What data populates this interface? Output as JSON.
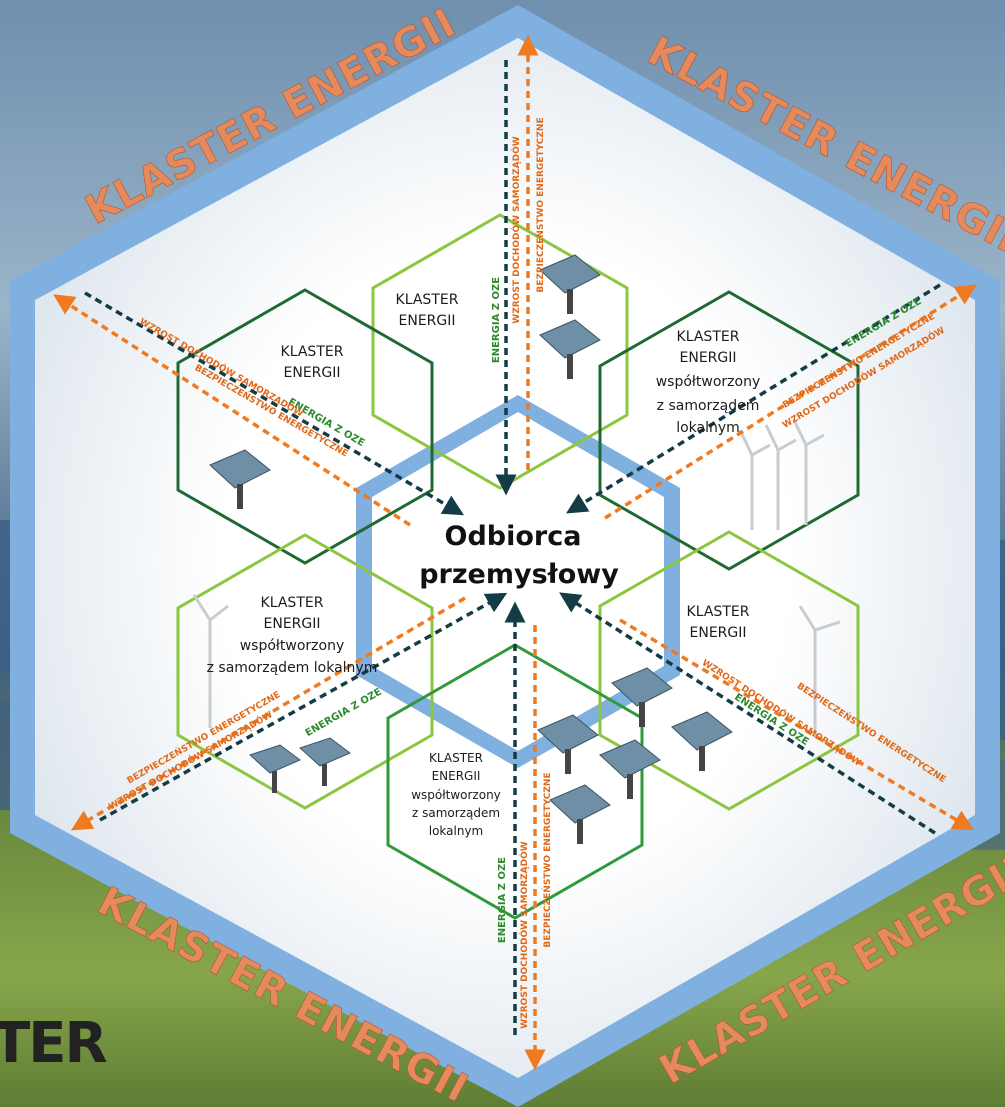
{
  "banner_text": "KLASTER ENERGII",
  "center": {
    "line1": "Odbiorca",
    "line2": "przemysłowy"
  },
  "hexes": [
    {
      "id": "top",
      "lines": [
        "KLASTER",
        "ENERGII"
      ]
    },
    {
      "id": "upper-left",
      "lines": [
        "KLASTER",
        "ENERGII"
      ]
    },
    {
      "id": "upper-right",
      "lines": [
        "KLASTER",
        "ENERGII",
        "współtworzony",
        "z samorządem",
        "lokalnym"
      ]
    },
    {
      "id": "lower-left",
      "lines": [
        "KLASTER",
        "ENERGII",
        "współtworzony",
        "z samorządem lokalnym"
      ]
    },
    {
      "id": "lower-right",
      "lines": [
        "KLASTER",
        "ENERGII"
      ]
    },
    {
      "id": "bottom",
      "lines": [
        "KLASTER",
        "ENERGII",
        "współtworzony",
        "z samorządem",
        "lokalnym"
      ]
    }
  ],
  "arrow_labels": {
    "energy": "ENERGIA Z OZE",
    "income": "WZROST DOCHODÓW SAMORZĄDÓW",
    "security": "BEZPIECZEŃSTWO ENERGETYCZNE"
  },
  "logo_fragment": "TER",
  "colors": {
    "frame_blue": "#7fb0e0",
    "banner": "#e58a5c",
    "dark_green": "#1f6a34",
    "light_green": "#8cc63f",
    "mid_green": "#2f9a3a",
    "orange": "#f07a20",
    "navy_dash": "#143c46"
  }
}
